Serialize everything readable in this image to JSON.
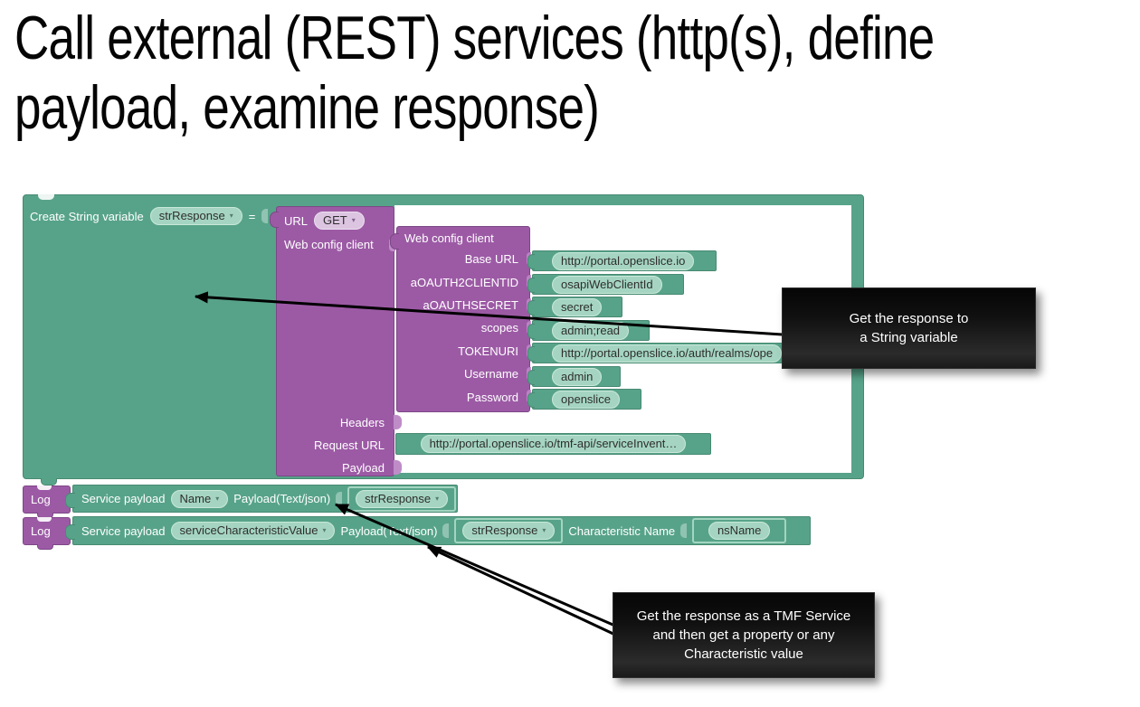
{
  "title": {
    "line1": "Call external (REST) services (http(s), define",
    "line2": "payload, examine response)"
  },
  "colors": {
    "teal": "#57a389",
    "teal_dark": "#478a72",
    "pill_bg": "#a5d5c2",
    "pill_border": "#c9e8da",
    "pill_text": "#2e2e2e",
    "purple": "#9c5aa5",
    "purple_dark": "#7d4786",
    "purple_light": "#bf8cc8",
    "method_pill_bg": "#dcc5e1",
    "text_light": "#ffffff",
    "arrow": "#000000"
  },
  "icons": {
    "dropdown_arrow": "▾"
  },
  "create_block": {
    "label": "Create String variable",
    "variable": "strResponse",
    "equals": "="
  },
  "url_block": {
    "label": "URL",
    "method": "GET",
    "client_socket_label": "Web config client",
    "headers_label": "Headers",
    "request_url_label": "Request URL",
    "request_url_value": "http://portal.openslice.io/tmf-api/serviceInvent…",
    "payload_label": "Payload"
  },
  "web_config_block": {
    "title": "Web config client",
    "fields": [
      {
        "label": "Base URL",
        "value": "http://portal.openslice.io"
      },
      {
        "label": "aOAUTH2CLIENTID",
        "value": "osapiWebClientId"
      },
      {
        "label": "aOAUTHSECRET",
        "value": "secret"
      },
      {
        "label": "scopes",
        "value": "admin;read"
      },
      {
        "label": "TOKENURI",
        "value": "http://portal.openslice.io/auth/realms/ope"
      },
      {
        "label": "Username",
        "value": "admin"
      },
      {
        "label": "Password",
        "value": "openslice"
      }
    ]
  },
  "log_rows": [
    {
      "block_label": "Log",
      "payload_label": "Service payload",
      "payload_field": "Name",
      "json_label": "Payload(Text/json)",
      "variable": "strResponse"
    },
    {
      "block_label": "Log",
      "payload_label": "Service payload",
      "payload_field": "serviceCharacteristicValue",
      "json_label": "Payload(Text/json)",
      "variable": "strResponse",
      "characteristic_label": "Characteristic Name",
      "characteristic_value": "nsName"
    }
  ],
  "callouts": [
    {
      "line1": "Get the response to",
      "line2": "a String variable"
    },
    {
      "line1": "Get the response as a TMF Service",
      "line2": "and then get a property or any",
      "line3": "Characteristic value"
    }
  ]
}
